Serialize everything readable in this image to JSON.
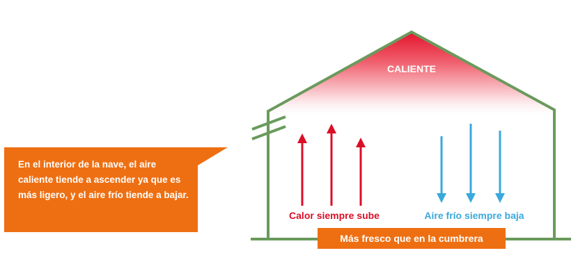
{
  "labels": {
    "hot_zone": "CALIENTE",
    "hot_rises": "Calor siempre sube",
    "cold_sinks": "Aire frío siempre baja",
    "floor_banner": "Más fresco que en la cumbrera"
  },
  "callout": {
    "text": "En el interior de la nave, el aire caliente tiende a ascender ya que es más ligero, y el aire frío tiende a bajar."
  },
  "colors": {
    "wall": "#6a9a5c",
    "hot": "#d90f27",
    "cold": "#3aa8dc",
    "orange": "#ee6f12"
  }
}
